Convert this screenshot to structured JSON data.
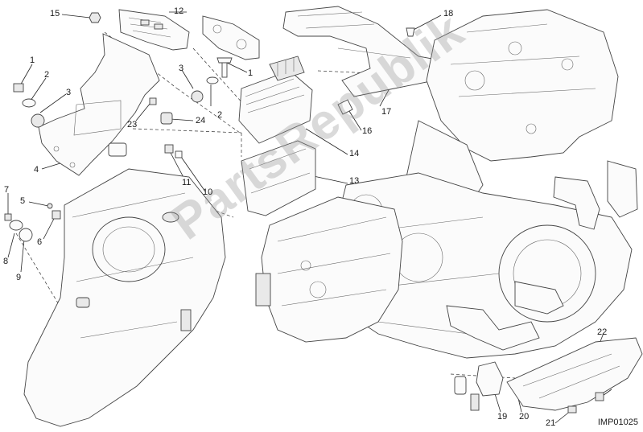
{
  "diagram": {
    "figure_id": "IMP01025",
    "watermark": "PartsRepublik",
    "callouts": [
      {
        "key": "c15",
        "text": "15"
      },
      {
        "key": "c12",
        "text": "12"
      },
      {
        "key": "c18",
        "text": "18"
      },
      {
        "key": "c1a",
        "text": "1"
      },
      {
        "key": "c2a",
        "text": "2"
      },
      {
        "key": "c3a",
        "text": "3"
      },
      {
        "key": "c3b",
        "text": "3"
      },
      {
        "key": "c1b",
        "text": "1"
      },
      {
        "key": "c2b",
        "text": "2"
      },
      {
        "key": "c17",
        "text": "17"
      },
      {
        "key": "c23",
        "text": "23"
      },
      {
        "key": "c24",
        "text": "24"
      },
      {
        "key": "c16",
        "text": "16"
      },
      {
        "key": "c4",
        "text": "4"
      },
      {
        "key": "c14",
        "text": "14"
      },
      {
        "key": "c11",
        "text": "11"
      },
      {
        "key": "c10",
        "text": "10"
      },
      {
        "key": "c13",
        "text": "13"
      },
      {
        "key": "c7",
        "text": "7"
      },
      {
        "key": "c5",
        "text": "5"
      },
      {
        "key": "c6",
        "text": "6"
      },
      {
        "key": "c8",
        "text": "8"
      },
      {
        "key": "c9",
        "text": "9"
      },
      {
        "key": "c22",
        "text": "22"
      },
      {
        "key": "c19",
        "text": "19"
      },
      {
        "key": "c20",
        "text": "20"
      },
      {
        "key": "c21",
        "text": "21"
      }
    ]
  }
}
